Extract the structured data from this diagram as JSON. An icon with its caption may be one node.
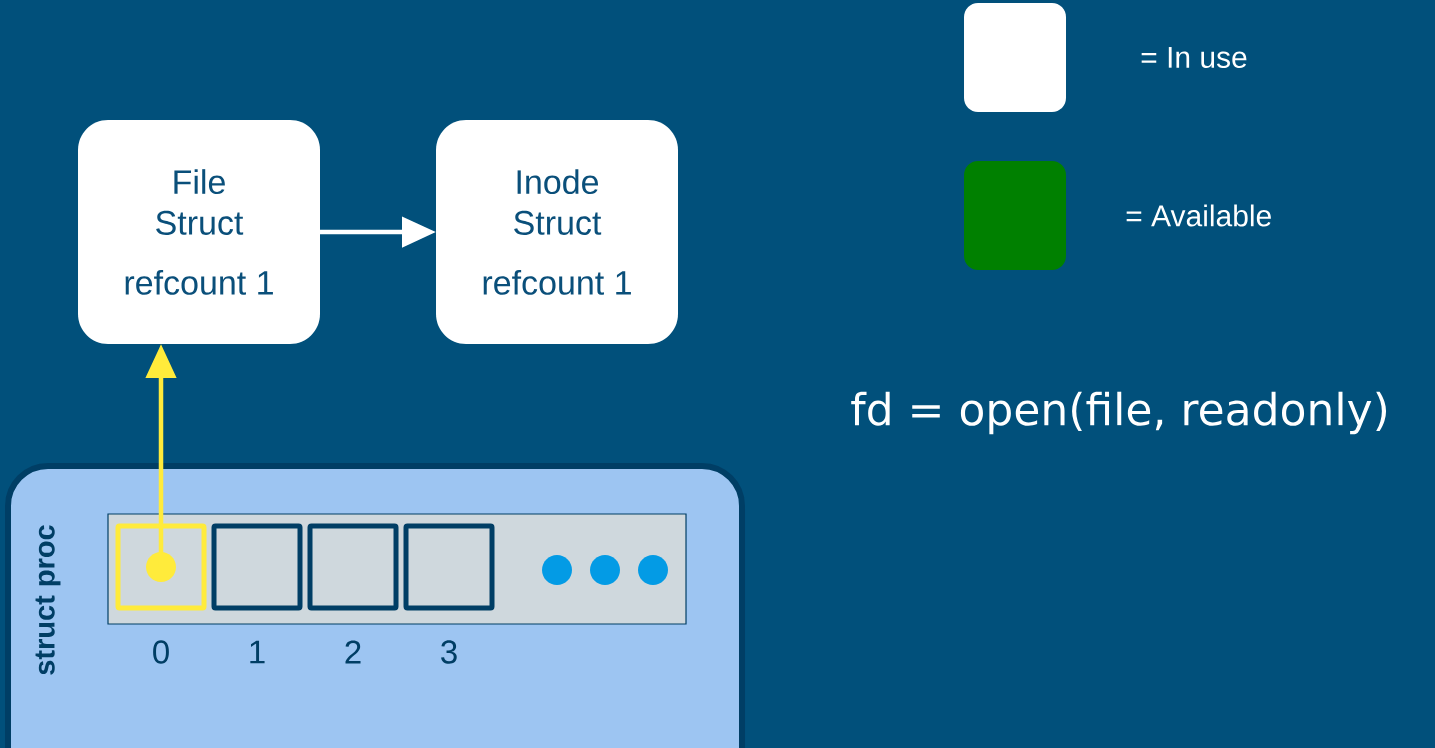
{
  "diagram": {
    "nodes": [
      {
        "text": [
          "File Struct",
          "refcount 1"
        ]
      },
      {
        "text": [
          "Inode Struct",
          "refcount 1"
        ]
      },
      {
        "text": [
          "struct proc"
        ]
      },
      {
        "text": [],
        "shape": "bar",
        "in": 2
      },
      {
        "text": [],
        "shape": "box",
        "in": 3,
        "beside": [
          "0"
        ]
      },
      {
        "text": [],
        "shape": "box",
        "in": 3,
        "beside": [
          "1"
        ]
      },
      {
        "text": [],
        "shape": "box",
        "in": 3,
        "beside": [
          "2"
        ]
      },
      {
        "text": [],
        "shape": "box",
        "in": 3,
        "beside": [
          "3"
        ]
      }
    ],
    "edges": [
      {
        "from": 0,
        "to": 1,
        "arrow": "to"
      },
      {
        "from": 4,
        "to": 0,
        "arrow": "to",
        "color": "#ffeb3b"
      }
    ],
    "labels": [
      "fd = open(file, readonly)"
    ],
    "legend": [
      {
        "text": "= In use",
        "color": "#ffffff"
      },
      {
        "text": "= Available",
        "color": "#008000"
      }
    ]
  }
}
